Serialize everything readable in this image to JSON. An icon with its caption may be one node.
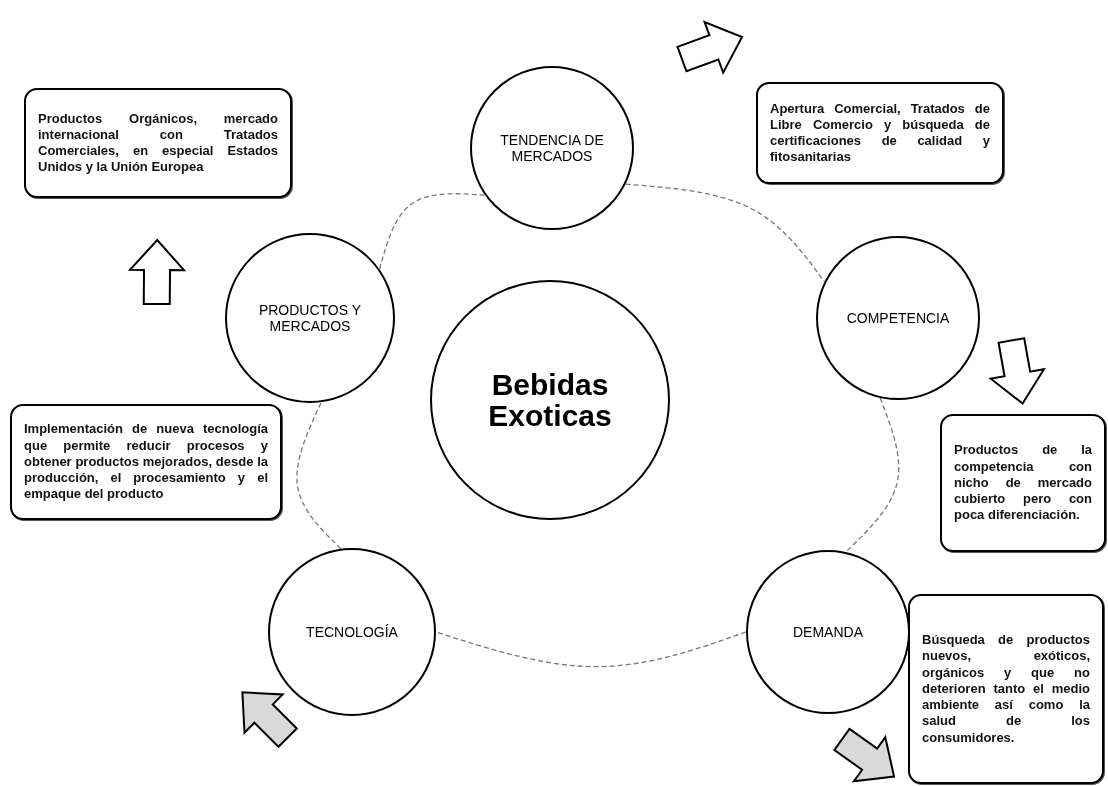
{
  "diagram": {
    "nodes": [
      {
        "text": [
          "Bebidas Exoticas"
        ]
      },
      {
        "text": [
          "TENDENCIA DE MERCADOS"
        ]
      },
      {
        "text": [
          "COMPETENCIA"
        ]
      },
      {
        "text": [
          "DEMANDA"
        ]
      },
      {
        "text": [
          "TECNOLOGÍA"
        ]
      },
      {
        "text": [
          "PRODUCTOS Y MERCADOS"
        ]
      },
      {
        "text": [
          "Productos Orgánicos, mercado internacional con Tratados Comerciales, en especial Estados Unidos y la Unión Europea"
        ]
      },
      {
        "text": [
          "Apertura Comercial, Tratados de Libre Comercio y búsqueda de certificaciones de calidad y fitosanitarias"
        ]
      },
      {
        "text": [
          "Productos de la competencia con nicho de mercado cubierto pero con poca diferenciación."
        ]
      },
      {
        "text": [
          "Búsqueda de productos nuevos, exóticos, orgánicos y que no deterioren tanto el medio ambiente así como la salud de los consumidores."
        ]
      },
      {
        "text": [
          "Implementación de nueva tecnología que permite reducir procesos y obtener productos mejorados, desde la producción, el procesamiento y el empaque del producto"
        ]
      }
    ],
    "edges": [
      {
        "from": 1,
        "to": 2,
        "arrow": "none",
        "style": "dashed"
      },
      {
        "from": 2,
        "to": 3,
        "arrow": "none",
        "style": "dashed"
      },
      {
        "from": 3,
        "to": 4,
        "arrow": "none",
        "style": "dashed"
      },
      {
        "from": 4,
        "to": 5,
        "arrow": "none",
        "style": "dashed"
      },
      {
        "from": 5,
        "to": 1,
        "arrow": "none",
        "style": "dashed"
      },
      {
        "from": 1,
        "to": 7,
        "arrow": "to",
        "style": "thick"
      },
      {
        "from": 2,
        "to": 8,
        "arrow": "to",
        "style": "thick"
      },
      {
        "from": 3,
        "to": 9,
        "arrow": "to",
        "style": "thick",
        "color": "#d9d9d9"
      },
      {
        "from": 4,
        "to": null,
        "arrow": "to",
        "style": "thick",
        "color": "#d9d9d9"
      },
      {
        "from": 5,
        "to": 6,
        "arrow": "to",
        "style": "thick"
      }
    ]
  }
}
